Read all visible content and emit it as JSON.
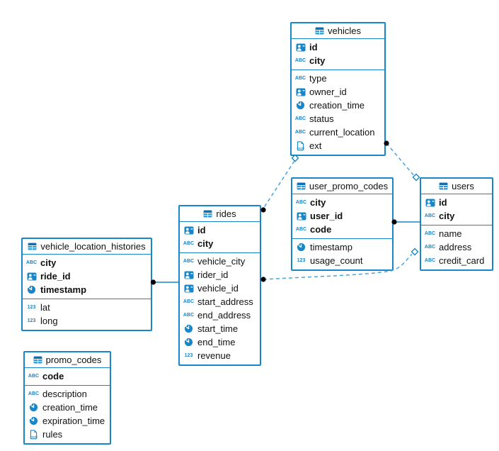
{
  "diagram": {
    "accent_color": "#1787c9",
    "background": "#ffffff",
    "tables": [
      {
        "name": "vehicles",
        "primary_fields": [
          {
            "name": "id",
            "type": "uuid"
          },
          {
            "name": "city",
            "type": "text"
          }
        ],
        "fields": [
          {
            "name": "type",
            "type": "text"
          },
          {
            "name": "owner_id",
            "type": "uuid"
          },
          {
            "name": "creation_time",
            "type": "time"
          },
          {
            "name": "status",
            "type": "text"
          },
          {
            "name": "current_location",
            "type": "text"
          },
          {
            "name": "ext",
            "type": "json"
          }
        ]
      },
      {
        "name": "user_promo_codes",
        "primary_fields": [
          {
            "name": "city",
            "type": "text"
          },
          {
            "name": "user_id",
            "type": "uuid"
          },
          {
            "name": "code",
            "type": "text"
          }
        ],
        "fields": [
          {
            "name": "timestamp",
            "type": "time"
          },
          {
            "name": "usage_count",
            "type": "number"
          }
        ]
      },
      {
        "name": "users",
        "primary_fields": [
          {
            "name": "id",
            "type": "uuid"
          },
          {
            "name": "city",
            "type": "text"
          }
        ],
        "fields": [
          {
            "name": "name",
            "type": "text"
          },
          {
            "name": "address",
            "type": "text"
          },
          {
            "name": "credit_card",
            "type": "text"
          }
        ]
      },
      {
        "name": "rides",
        "primary_fields": [
          {
            "name": "id",
            "type": "uuid"
          },
          {
            "name": "city",
            "type": "text"
          }
        ],
        "fields": [
          {
            "name": "vehicle_city",
            "type": "text"
          },
          {
            "name": "rider_id",
            "type": "uuid"
          },
          {
            "name": "vehicle_id",
            "type": "uuid"
          },
          {
            "name": "start_address",
            "type": "text"
          },
          {
            "name": "end_address",
            "type": "text"
          },
          {
            "name": "start_time",
            "type": "time"
          },
          {
            "name": "end_time",
            "type": "time"
          },
          {
            "name": "revenue",
            "type": "number"
          }
        ]
      },
      {
        "name": "vehicle_location_histories",
        "primary_fields": [
          {
            "name": "city",
            "type": "text"
          },
          {
            "name": "ride_id",
            "type": "uuid"
          },
          {
            "name": "timestamp",
            "type": "time"
          }
        ],
        "fields": [
          {
            "name": "lat",
            "type": "number"
          },
          {
            "name": "long",
            "type": "number"
          }
        ]
      },
      {
        "name": "promo_codes",
        "primary_fields": [
          {
            "name": "code",
            "type": "text"
          }
        ],
        "fields": [
          {
            "name": "description",
            "type": "text"
          },
          {
            "name": "creation_time",
            "type": "time"
          },
          {
            "name": "expiration_time",
            "type": "time"
          },
          {
            "name": "rules",
            "type": "json"
          }
        ]
      }
    ],
    "relations": [
      {
        "from": "vehicles",
        "to": "users",
        "style": "dashed"
      },
      {
        "from": "rides",
        "to": "vehicles",
        "style": "dashed"
      },
      {
        "from": "rides",
        "to": "users",
        "style": "dashed"
      },
      {
        "from": "user_promo_codes",
        "to": "users",
        "style": "solid"
      },
      {
        "from": "vehicle_location_histories",
        "to": "rides",
        "style": "solid"
      }
    ]
  },
  "icons": {
    "text_label": "ABC",
    "number_label": "123",
    "json_label": "JSON",
    "table": "table-grid-icon",
    "uuid": "person-badge-icon",
    "time": "clock-icon",
    "json": "json-document-icon"
  }
}
